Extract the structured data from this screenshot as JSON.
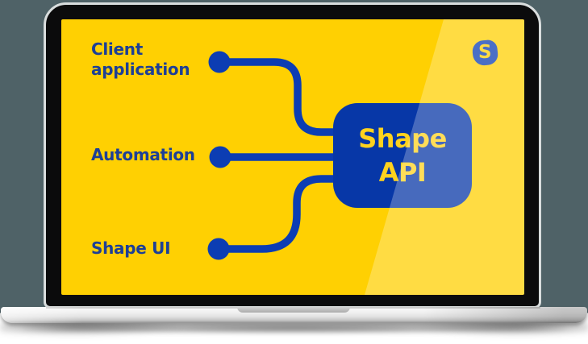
{
  "colors": {
    "wall": "#4F6267",
    "desk": "#FFFFFF",
    "gold": "#FFD002",
    "blue-deep": "#0C3DB3",
    "blue-box": "#0737A7",
    "label-blue": "#1D3F96",
    "box-text": "#FFD21E",
    "bezel": "#0B0B0C",
    "rim": "#D9DDDD"
  },
  "diagram": {
    "nodes": [
      {
        "id": "client-application",
        "label": "Client application"
      },
      {
        "id": "automation",
        "label": "Automation"
      },
      {
        "id": "shape-ui",
        "label": "Shape UI"
      }
    ],
    "api_box": {
      "line1": "Shape",
      "line2": "API"
    },
    "edges": [
      {
        "from": "Client application",
        "to": "Shape API"
      },
      {
        "from": "Automation",
        "to": "Shape API"
      },
      {
        "from": "Shape UI",
        "to": "Shape API"
      }
    ],
    "logo": {
      "letter": "S"
    }
  }
}
